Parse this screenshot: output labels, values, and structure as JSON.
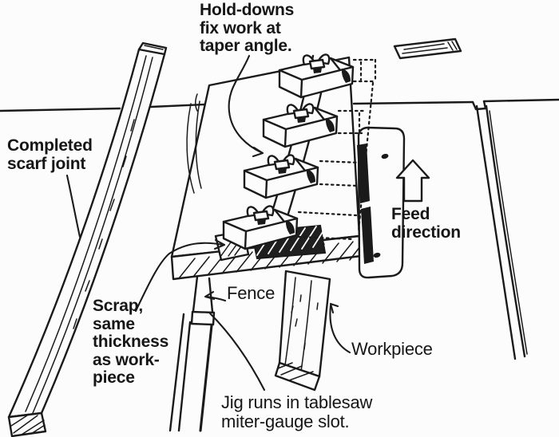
{
  "figure_kind": "hand-drawn tablesaw jig illustration",
  "colors": {
    "background": "#fcfcfc",
    "ink": "#1a1a1a"
  },
  "icons": [
    {
      "name": "feed-direction-arrow",
      "meaning": "block arrow pointing up",
      "glyph": "⇧"
    }
  ],
  "annotations": {
    "hold_downs": "Hold-downs\nfix work at\ntaper angle.",
    "completed_scarf_joint": "Completed\nscarf joint",
    "feed_direction": "Feed\ndirection",
    "scrap": "Scrap,\nsame\nthickness\nas work-\npiece",
    "fence": "Fence",
    "workpiece": "Workpiece",
    "jig_slot": "Jig runs in tablesaw\nmiter-gauge slot."
  }
}
